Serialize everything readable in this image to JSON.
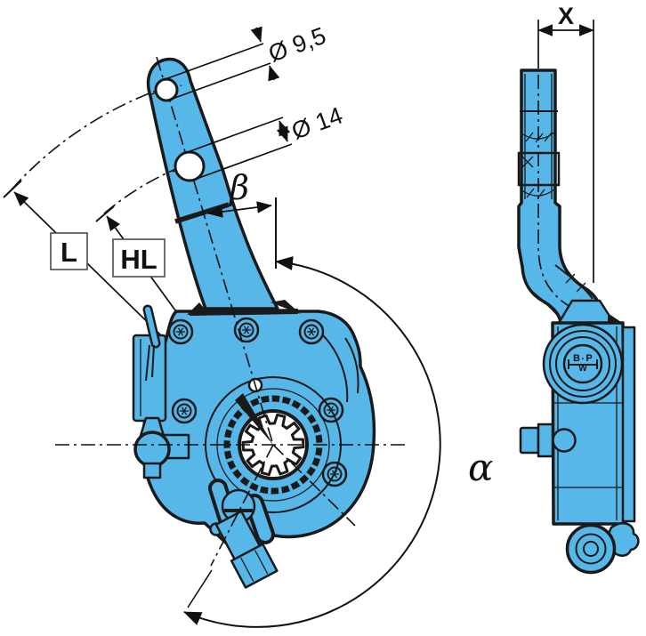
{
  "drawing": {
    "labels": {
      "dia_small": "Ø 9,5",
      "dia_large": "Ø 14",
      "beta": "β",
      "alpha": "α",
      "length_l": "L",
      "length_hl": "HL",
      "offset_x": "X"
    },
    "emblem": {
      "b": "B",
      "dot": ".",
      "p": "P",
      "w": "W"
    },
    "colors": {
      "part_fill": "#56B7E8",
      "outline": "#1A1A1A",
      "dimension": "#111111",
      "label_box_border": "#4B4B4B",
      "background": "#FFFFFF"
    }
  }
}
